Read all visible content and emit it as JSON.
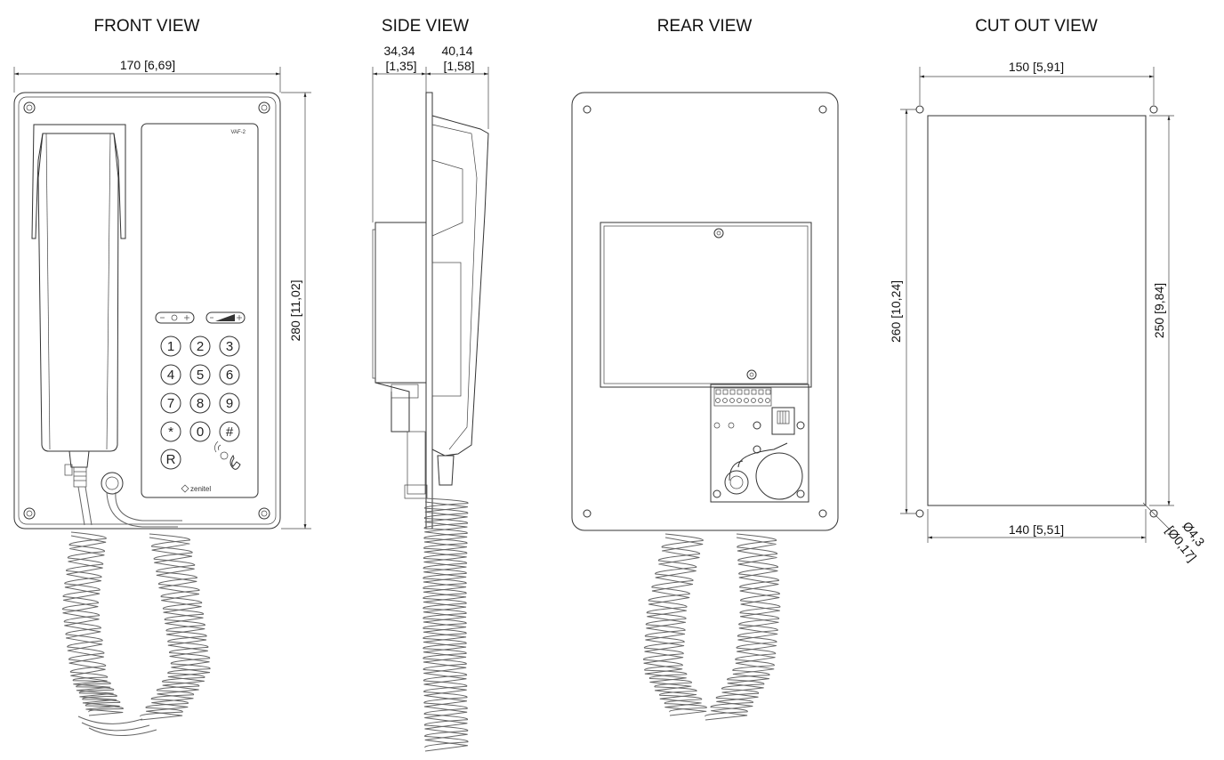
{
  "views": {
    "front": "FRONT VIEW",
    "side": "SIDE VIEW",
    "rear": "REAR VIEW",
    "cutout": "CUT OUT VIEW"
  },
  "dimensions": {
    "front_width": "170 [6,69]",
    "front_height": "280 [11,02]",
    "side_depth_1_mm": "34,34",
    "side_depth_1_in": "[1,35]",
    "side_depth_2_mm": "40,14",
    "side_depth_2_in": "[1,58]",
    "cut_hole_spacing_width": "150 [5,91]",
    "cut_hole_spacing_height": "260 [10,24]",
    "cut_height": "250 [9,84]",
    "cut_width": "140 [5,51]",
    "hole_diameter_mm": "Ø4,3",
    "hole_diameter_in": "[Ø0,17]"
  },
  "phone": {
    "model": "VAF-2",
    "brand": "zenitel",
    "keys": [
      "1",
      "2",
      "3",
      "4",
      "5",
      "6",
      "7",
      "8",
      "9",
      "*",
      "0",
      "#"
    ],
    "r_key": "R"
  }
}
